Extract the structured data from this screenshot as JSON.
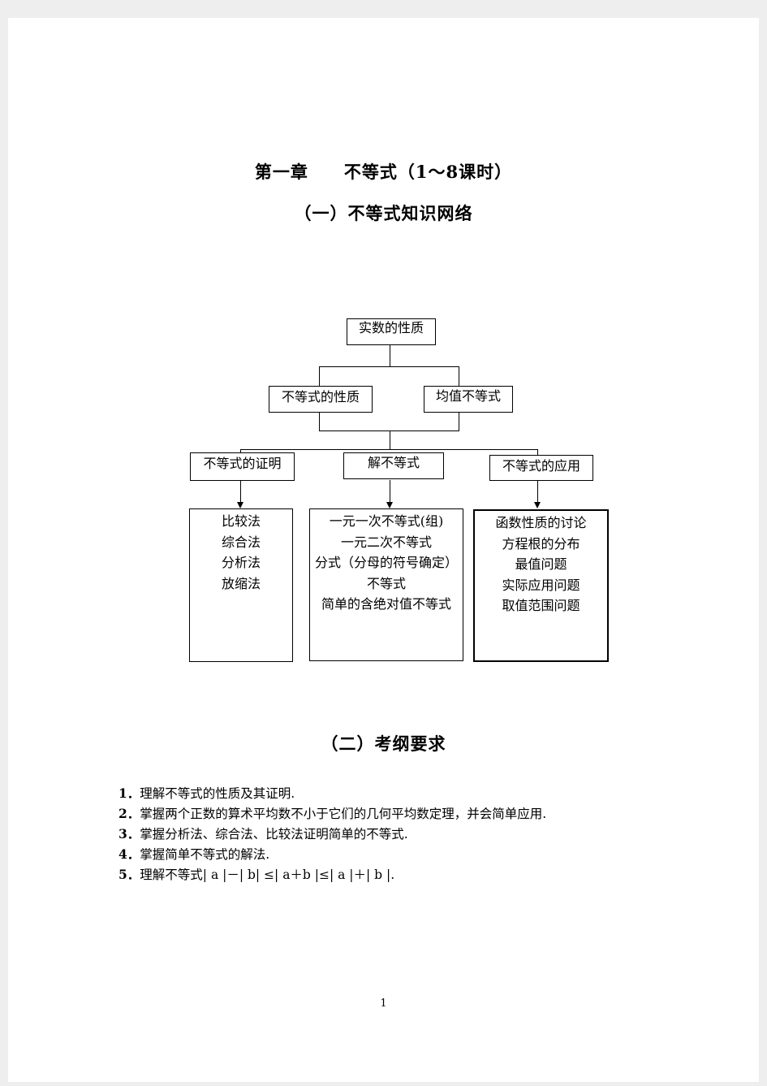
{
  "header": {
    "chapter_title": "第一章　　不等式（1～8课时）",
    "section1_title": "（一）不等式知识网络",
    "section2_title": "（二）考纲要求"
  },
  "diagram": {
    "root": "实数的性质",
    "level2": [
      "不等式的性质",
      "均值不等式"
    ],
    "level3": [
      "不等式的证明",
      "解不等式",
      "不等式的应用"
    ],
    "proof_methods": [
      "比较法",
      "综合法",
      "分析法",
      "放缩法"
    ],
    "solving_types": [
      "一元一次不等式(组)",
      "一元二次不等式",
      "分式（分母的符号确定）",
      "不等式",
      "简单的含绝对值不等式"
    ],
    "applications": [
      "函数性质的讨论",
      "方程根的分布",
      "最值问题",
      "实际应用问题",
      "取值范围问题"
    ]
  },
  "requirements": [
    {
      "num": "1．",
      "text": "理解不等式的性质及其证明."
    },
    {
      "num": "2．",
      "text": "掌握两个正数的算术平均数不小于它们的几何平均数定理，并会简单应用."
    },
    {
      "num": "3．",
      "text": "掌握分析法、综合法、比较法证明简单的不等式."
    },
    {
      "num": "4．",
      "text": "掌握简单不等式的解法."
    },
    {
      "num": "5．",
      "text": "理解不等式| a |－| b| ≤| a＋b |≤| a |＋| b |."
    }
  ],
  "page_number": "1"
}
